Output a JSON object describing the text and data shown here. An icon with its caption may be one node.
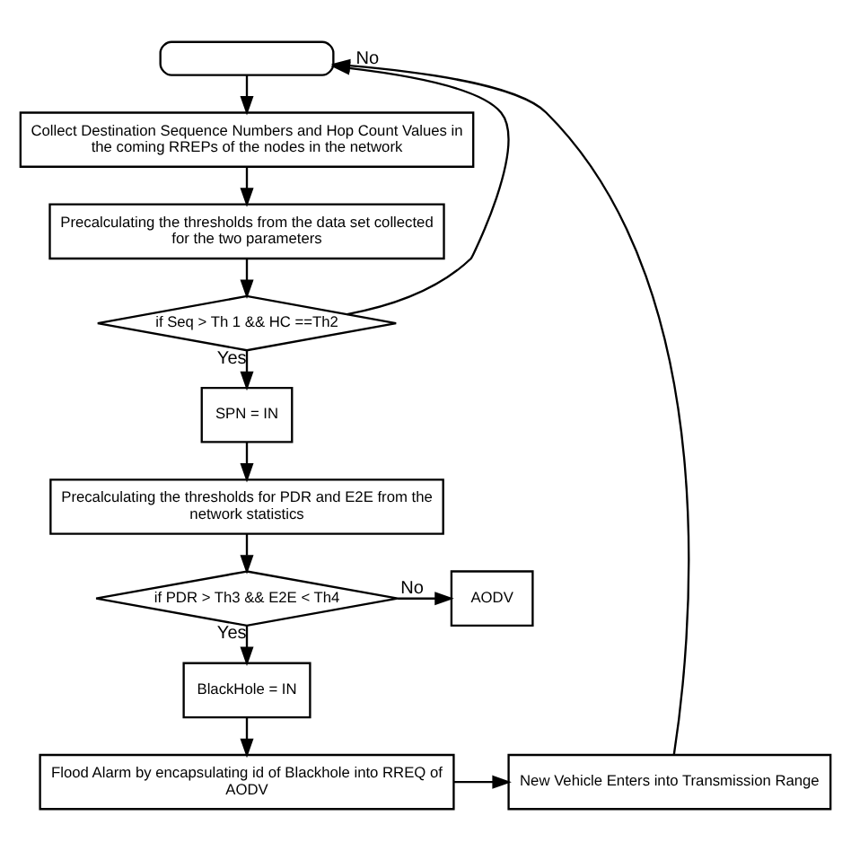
{
  "diagram": {
    "nodes": [
      {
        "text": [],
        "shape": "box"
      },
      {
        "text": [
          "Collect Destination Sequence Numbers and Hop Count Values in the coming RREPs of the nodes in the network"
        ]
      },
      {
        "text": [
          "Precalculating the thresholds from the data set collected for the two parameters"
        ]
      },
      {
        "text": [
          "if Seq > Th 1 && HC ==Th2"
        ]
      },
      {
        "text": [
          "SPN = IN"
        ]
      },
      {
        "text": [
          "Precalculating the thresholds for PDR and E2E from the network statistics"
        ]
      },
      {
        "text": [
          "if PDR > Th3 && E2E < Th4"
        ]
      },
      {
        "text": [
          "AODV"
        ]
      },
      {
        "text": [
          "BlackHole = IN"
        ]
      },
      {
        "text": [
          "Flood Alarm by encapsulating id of Blackhole into RREQ of AODV"
        ]
      },
      {
        "text": [
          "New Vehicle Enters into Transmission Range"
        ]
      }
    ],
    "edges": [
      {
        "from": 0,
        "to": 1,
        "arrow": "to"
      },
      {
        "from": 1,
        "to": 2,
        "arrow": "to"
      },
      {
        "from": 2,
        "to": 3,
        "arrow": "to"
      },
      {
        "from": 3,
        "to": 4,
        "arrow": "to",
        "label": "Yes"
      },
      {
        "from": 3,
        "to": 0,
        "arrow": "to",
        "label": "No"
      },
      {
        "from": 4,
        "to": 5,
        "arrow": "to"
      },
      {
        "from": 5,
        "to": 6,
        "arrow": "to"
      },
      {
        "from": 6,
        "to": 7,
        "arrow": "to",
        "label": "No"
      },
      {
        "from": 6,
        "to": 8,
        "arrow": "to",
        "label": "Yes"
      },
      {
        "from": 8,
        "to": 9,
        "arrow": "to"
      },
      {
        "from": 9,
        "to": 10,
        "arrow": "to"
      },
      {
        "from": 10,
        "to": 0,
        "arrow": "to"
      }
    ]
  }
}
